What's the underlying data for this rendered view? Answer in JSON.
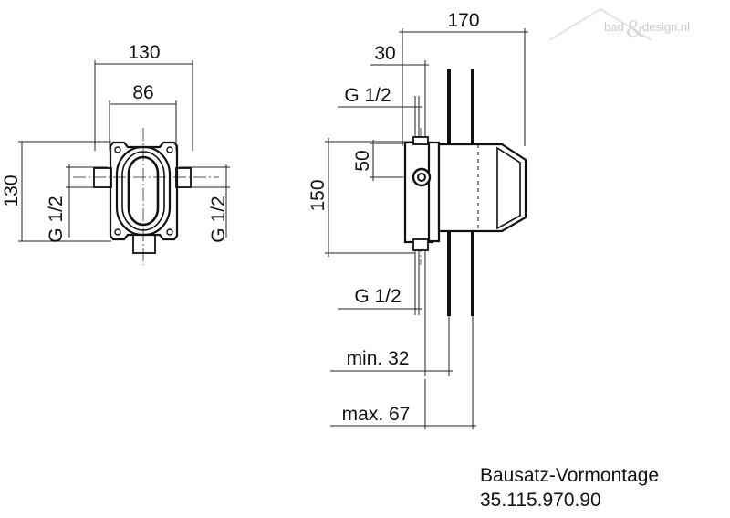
{
  "front_view": {
    "width_outer": "130",
    "width_inner": "86",
    "height": "130",
    "thread_left": "G 1/2",
    "thread_right": "G 1/2"
  },
  "side_view": {
    "depth_total": "170",
    "offset_top": "30",
    "thread_top": "G 1/2",
    "offset_mid": "50",
    "height": "150",
    "thread_bottom": "G 1/2",
    "min_depth": "min. 32",
    "max_depth": "max. 67"
  },
  "caption": {
    "title": "Bausatz-Vormontage",
    "article_number": "35.115.970.90"
  },
  "watermark": {
    "left": "bad",
    "right": "design.nl"
  }
}
